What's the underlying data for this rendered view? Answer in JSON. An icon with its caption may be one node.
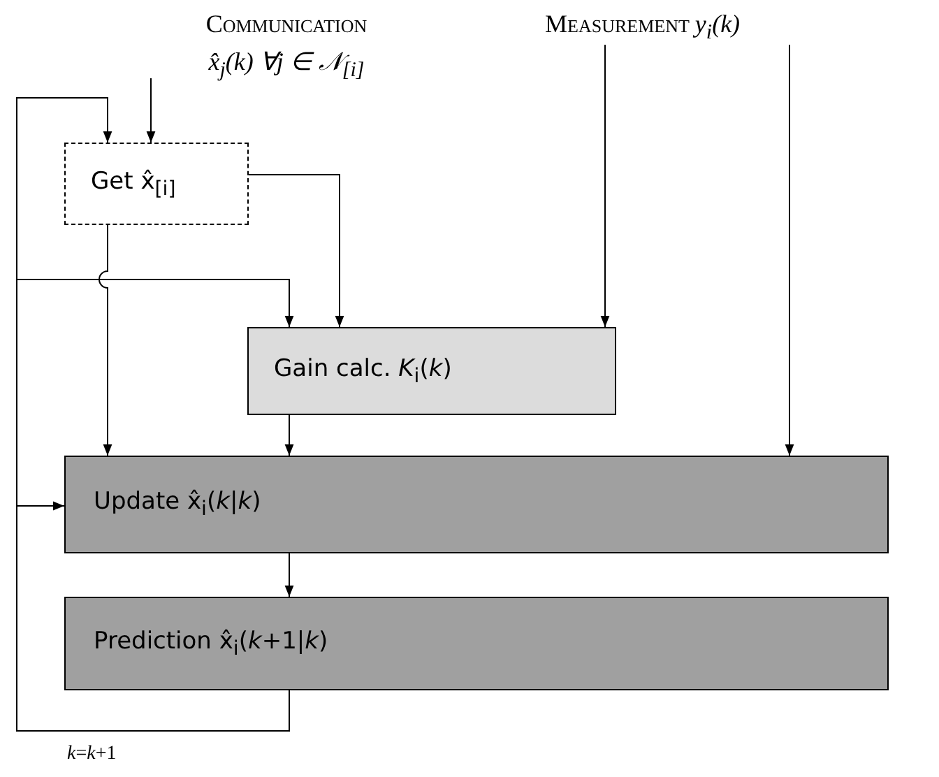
{
  "diagram": {
    "nodes": [
      {
        "text": [
          "Communication",
          "x̂$_{j}$(k) ∀j ∈ 𝒩$_{[i]}$"
        ]
      },
      {
        "text": [
          "Measurement",
          "y$_{i}$(k)"
        ]
      },
      {
        "text": [
          "Get x̂$_{[i]}$"
        ]
      },
      {
        "text": [
          "Gain calc. *K*$_{i}$(*k*)"
        ]
      },
      {
        "text": [
          "Update x̂$_{i}$(*k*|*k*)"
        ]
      },
      {
        "text": [
          "Prediction x̂$_{i}$(*k*+1|*k*)"
        ]
      }
    ],
    "edges": [
      {
        "from": 0,
        "to": 2,
        "arrow": "to"
      },
      {
        "from": 2,
        "to": 3,
        "arrow": "to"
      },
      {
        "from": 1,
        "to": 3,
        "arrow": "to"
      },
      {
        "from": 2,
        "to": 4,
        "arrow": "to"
      },
      {
        "from": 3,
        "to": 4,
        "arrow": "to"
      },
      {
        "from": 1,
        "to": 4,
        "arrow": "to"
      },
      {
        "from": 4,
        "to": 5,
        "arrow": "to"
      },
      {
        "from": 5,
        "to": 2,
        "arrow": "to"
      },
      {
        "from": 5,
        "to": 3,
        "arrow": "to"
      },
      {
        "from": 5,
        "to": 4,
        "arrow": "to"
      }
    ],
    "labels": [
      "*k*=*k*+1"
    ]
  }
}
